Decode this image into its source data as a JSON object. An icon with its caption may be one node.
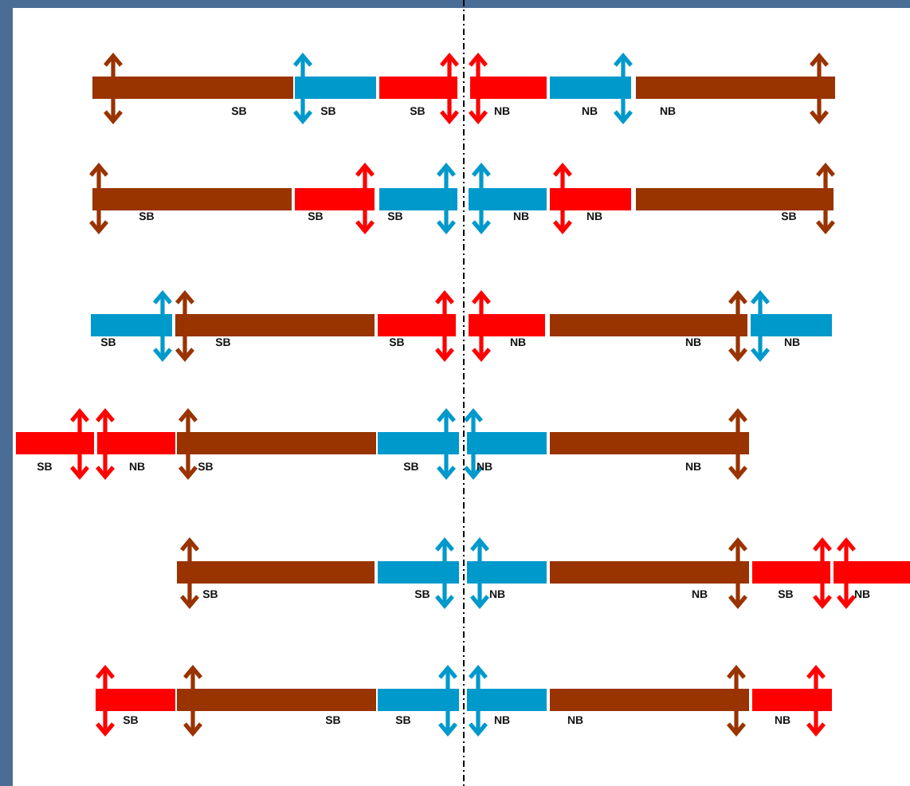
{
  "diagram": {
    "labels": [
      "SB",
      "SB",
      "SB",
      "NB",
      "NB",
      "NB",
      "SB",
      "SB",
      "SB",
      "NB",
      "NB",
      "SB",
      "SB",
      "SB",
      "SB",
      "NB",
      "NB",
      "NB",
      "SB",
      "NB",
      "SB",
      "SB",
      "NB",
      "NB",
      "SB",
      "SB",
      "NB",
      "NB",
      "SB",
      "NB",
      "SB",
      "SB",
      "SB",
      "NB",
      "NB",
      "NB"
    ]
  }
}
